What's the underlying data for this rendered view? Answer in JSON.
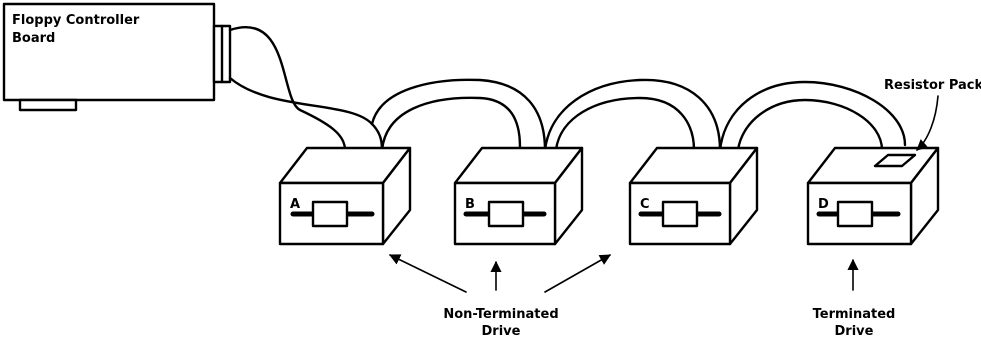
{
  "controller": {
    "line1": "Floppy Controller",
    "line2": "Board"
  },
  "resistor_pack_label": "Resistor Pack",
  "drives": [
    {
      "letter": "A"
    },
    {
      "letter": "B"
    },
    {
      "letter": "C"
    },
    {
      "letter": "D"
    }
  ],
  "non_terminated": {
    "line1": "Non-Terminated",
    "line2": "Drive"
  },
  "terminated": {
    "line1": "Terminated",
    "line2": "Drive"
  }
}
